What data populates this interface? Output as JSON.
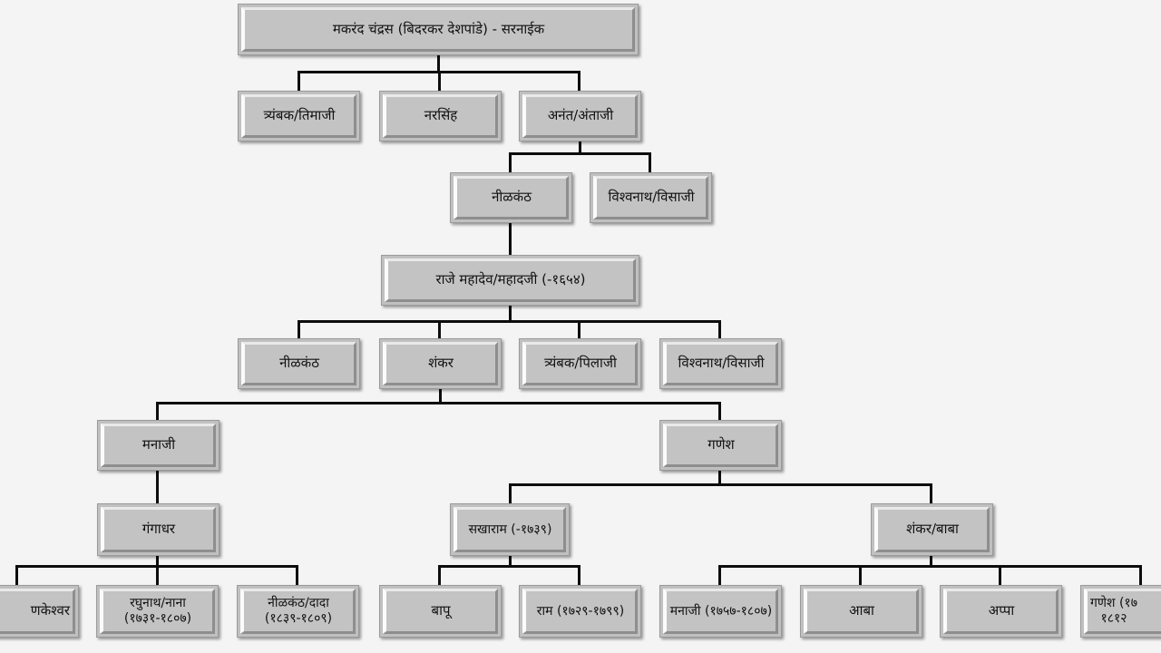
{
  "diagram": {
    "type": "genealogy-family-tree",
    "script": "Devanagari (Marathi)",
    "background_color": "#f4f4f4",
    "node_fill_color": "#c3c3c3",
    "node_border_color": "#9a9a9a",
    "connector_color": "#0d0d0d",
    "text_color": "#111111"
  },
  "nodes": {
    "root": "मकरंद चंद्रस (बिदरकर देशपांडे) - सरनाईक",
    "gen2": {
      "n1": "त्र्यंबक/तिमाजी",
      "n2": "नरसिंह",
      "n3": "अनंत/अंताजी"
    },
    "gen3": {
      "n1": "नीळकंठ",
      "n2": "विश्वनाथ/विसाजी"
    },
    "gen4": {
      "n1": "राजे महादेव/महादजी (-१६५४)"
    },
    "gen5": {
      "n1": "नीळकंठ",
      "n2": "शंकर",
      "n3": "त्र्यंबक/पिलाजी",
      "n4": "विश्वनाथ/विसाजी"
    },
    "gen6": {
      "n1": "मनाजी",
      "n2": "गणेश"
    },
    "gen7": {
      "n1": "गंगाधर",
      "n2": "सखाराम (-१७३९)",
      "n3": "शंकर/बाबा"
    },
    "gen8": {
      "n1": "णकेश्वर",
      "n2": "रघुनाथ/नाना (१७३१-१८०७)",
      "n3": "नीळकंठ/दादा (१८३९-१८०९)",
      "n4": "बापू",
      "n5": "राम (१७२९-१७९९)",
      "n6": "मनाजी (१७५७-१८०७)",
      "n7": "आबा",
      "n8": "अप्पा",
      "n9": "गणेश (१७\n१८१२"
    }
  }
}
